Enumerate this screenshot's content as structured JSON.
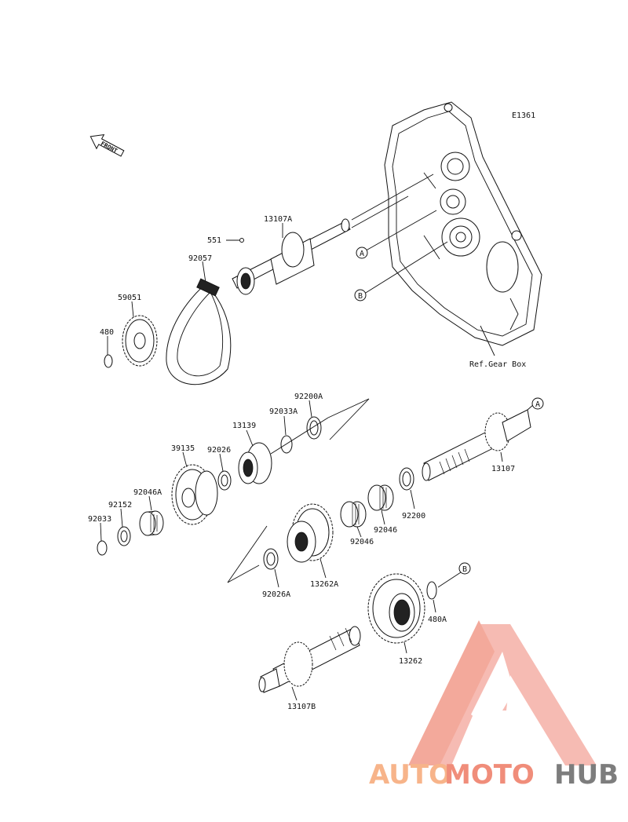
{
  "diagram_code": "E1361",
  "front_label": "FRONT",
  "ref_label": "Ref.Gear Box",
  "markers": {
    "a": "A",
    "b": "B"
  },
  "parts": {
    "p13107A": "13107A",
    "p551": "551",
    "p92057": "92057",
    "p59051": "59051",
    "p480": "480",
    "p92200A": "92200A",
    "p92033A": "92033A",
    "p13139": "13139",
    "p39135": "39135",
    "p92026": "92026",
    "p92046A": "92046A",
    "p92152": "92152",
    "p92033": "92033",
    "p13107": "13107",
    "p92200": "92200",
    "p92046a": "92046",
    "p92046b": "92046",
    "p13262A": "13262A",
    "p92026A": "92026A",
    "p480A": "480A",
    "p13262": "13262",
    "p13107B": "13107B"
  },
  "watermark": {
    "part1": "AUTO",
    "part2": "MOTO",
    "part3": "HUB"
  },
  "colors": {
    "logo_red": "#f08d7a",
    "logo_orange": "#f7b48a",
    "logo_grey": "#7d7d7d"
  }
}
